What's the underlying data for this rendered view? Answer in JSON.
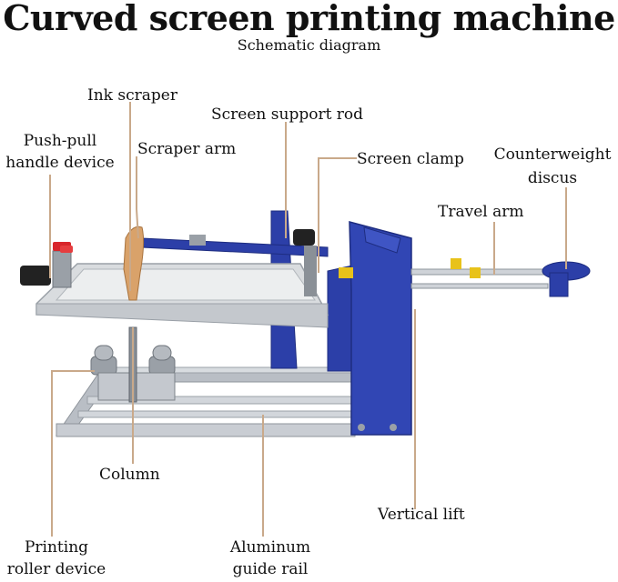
{
  "title": "Curved screen printing machine",
  "subtitle": "Schematic diagram",
  "labels": {
    "ink_scraper": "Ink scraper",
    "screen_support_rod": "Screen support rod",
    "push_pull_line1": "Push-pull",
    "push_pull_line2": "handle device",
    "scraper_arm": "Scraper arm",
    "screen_clamp": "Screen clamp",
    "counterweight_line1": "Counterweight",
    "counterweight_line2": "discus",
    "travel_arm": "Travel arm",
    "column": "Column",
    "vertical_lift": "Vertical lift",
    "printing_roller_line1": "Printing",
    "printing_roller_line2": "roller device",
    "aluminum_line1": "Aluminum",
    "aluminum_line2": "guide rail"
  },
  "colors": {
    "leader": "#c9a98a",
    "machine_blue": "#2c3fa8",
    "machine_blue_dark": "#1e2d80",
    "aluminum": "#c8ccd2",
    "tray": "#d9dcdf",
    "handle_red": "#d8262b",
    "yellow": "#e8c21a",
    "wood": "#d9a26a"
  }
}
